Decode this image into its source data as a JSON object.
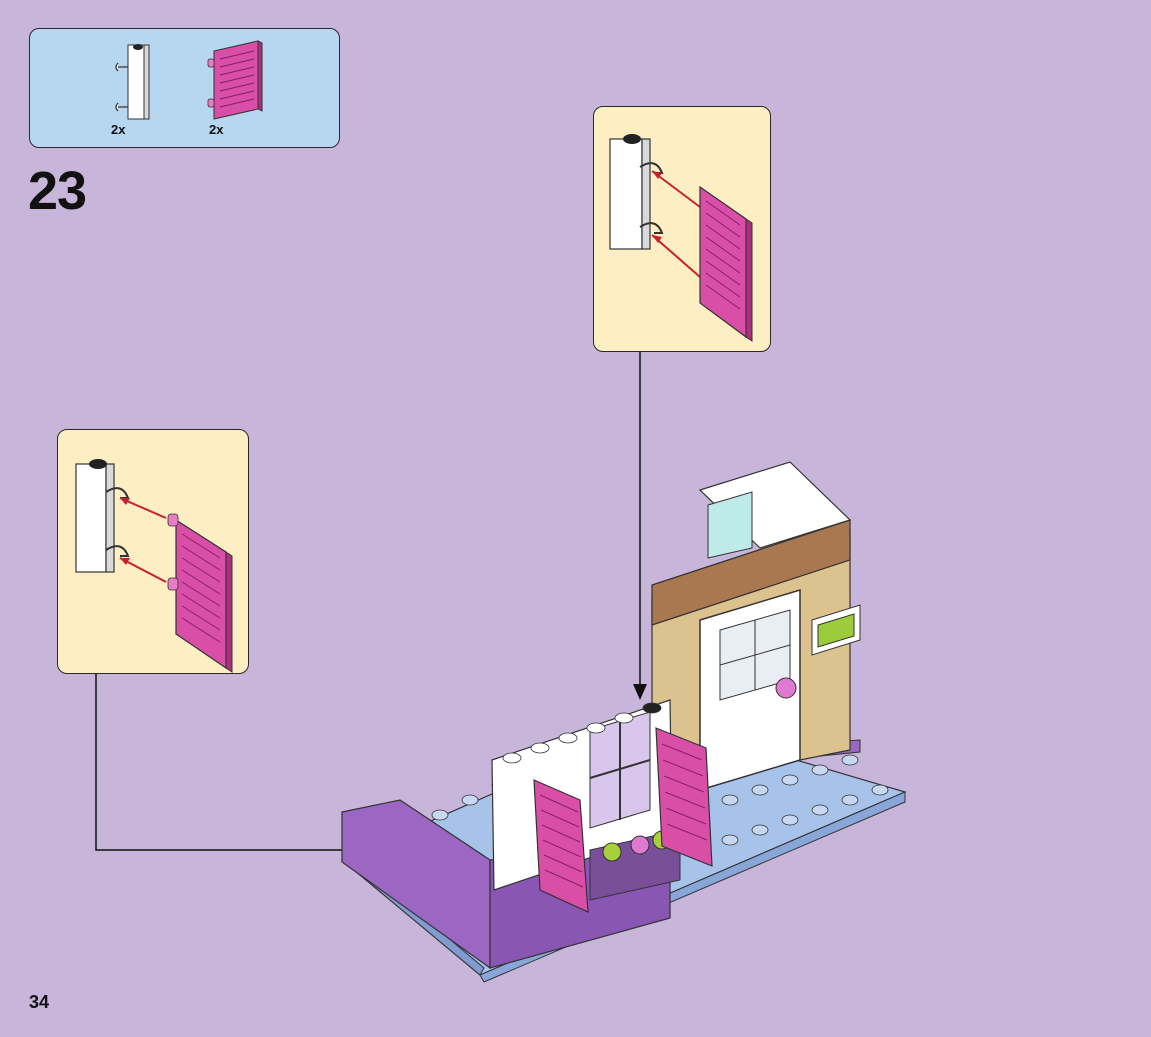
{
  "parts_list": {
    "items": [
      {
        "part": "white-clip-brick",
        "count": "2x"
      },
      {
        "part": "magenta-shutter",
        "count": "2x"
      }
    ]
  },
  "step": {
    "number": "23"
  },
  "page": {
    "number": "34"
  },
  "colors": {
    "background": "#c8b5da",
    "parts_box": "#b7d6f0",
    "callout": "#fdeec3",
    "shutter": "#d94fa8",
    "arrow": "#c8202f"
  }
}
